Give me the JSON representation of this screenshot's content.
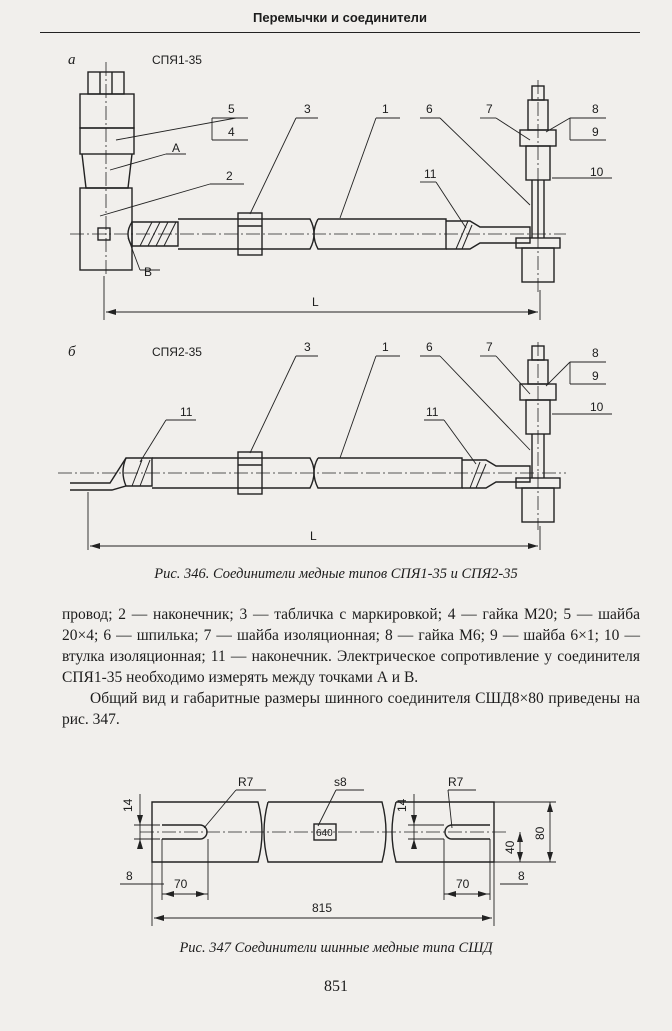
{
  "header": {
    "title": "Перемычки и соединители"
  },
  "figure346": {
    "a": {
      "letter": "а",
      "type": "СПЯ1-35",
      "callouts": [
        "5",
        "4",
        "3",
        "1",
        "6",
        "7",
        "8",
        "9",
        "10",
        "11",
        "2"
      ],
      "point_a": "А",
      "point_b": "В",
      "dim": "L"
    },
    "b": {
      "letter": "б",
      "type": "СПЯ2-35",
      "callouts": [
        "3",
        "1",
        "6",
        "7",
        "8",
        "9",
        "10",
        "11",
        "11"
      ],
      "dim": "L"
    },
    "caption": "Рис. 346. Соединители медные типов СПЯ1-35 и СПЯ2-35"
  },
  "text": {
    "line1": "провод; 2 — наконечник; 3 — табличка с маркировкой; 4 — гайка М20; 5 — шайба 20×4; 6 — шпилька; 7 — шайба изоляционная; 8 — гайка М6; 9 — шайба 6×1; 10 — втулка изоляционная; 11 — наконечник. Электрическое сопротивление у соединителя СПЯ1-35 необходимо измерять между точками А и В.",
    "line2": "Общий вид и габаритные размеры шинного соединителя СШД8×80 приведены на рис. 347."
  },
  "figure347": {
    "radius_left": "R7",
    "radius_right": "R7",
    "thickness": "s8",
    "marking": "640",
    "dim_slot_left": "14",
    "dim_slot_right": "14",
    "dim_40": "40",
    "dim_80": "80",
    "dim_edge_left": "8",
    "dim_edge_right": "8",
    "dim_70_left": "70",
    "dim_70_right": "70",
    "dim_total": "815",
    "caption": "Рис. 347 Соединители шинные медные типа СШД"
  },
  "page_number": "851"
}
